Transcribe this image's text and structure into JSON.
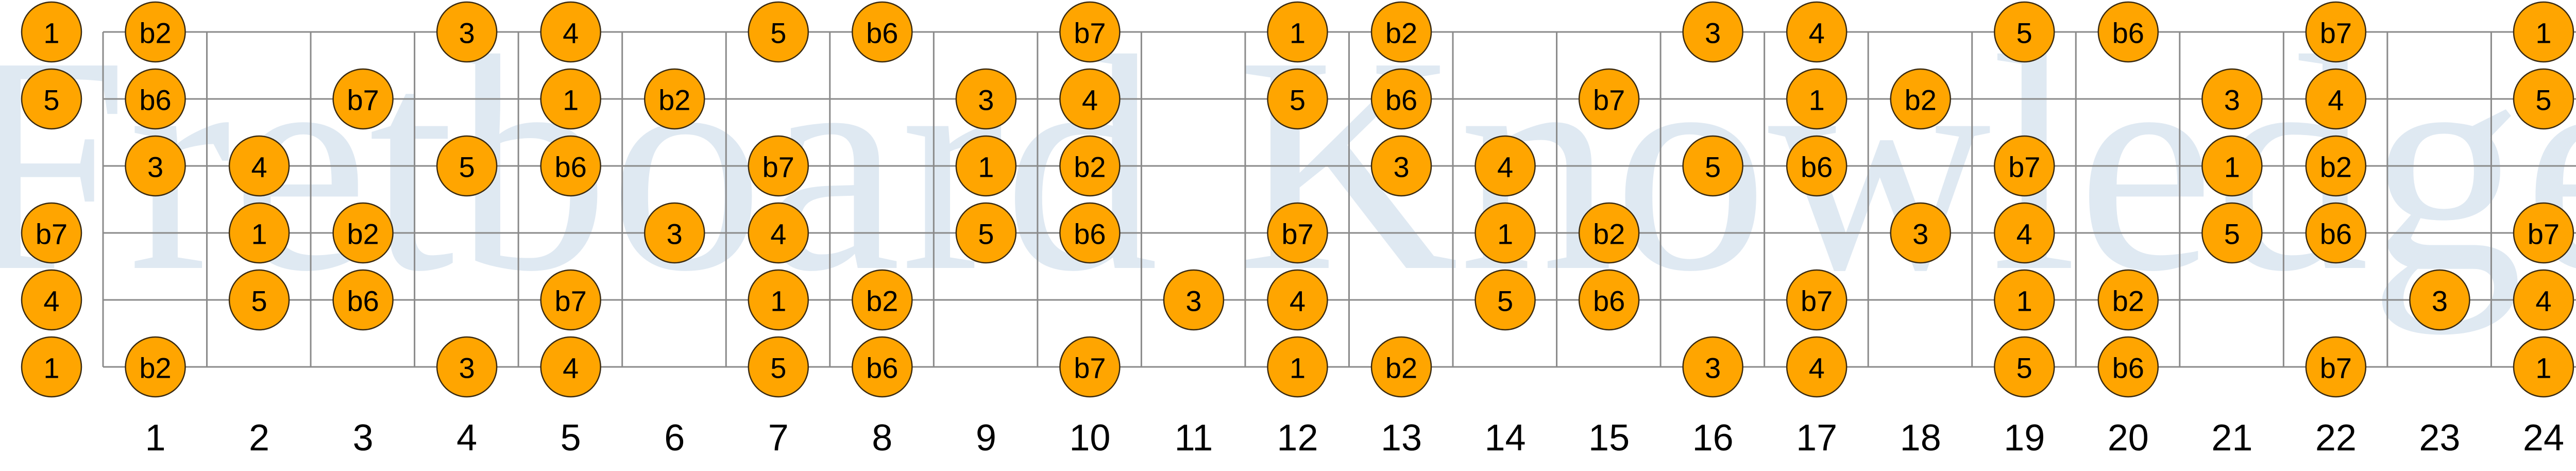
{
  "watermark": "Fretboard Knowledge",
  "colors": {
    "dot": "#ffa500",
    "line": "#8a8a8a",
    "watermark": "#dfe9f2"
  },
  "frets": [
    "1",
    "2",
    "3",
    "4",
    "5",
    "6",
    "7",
    "8",
    "9",
    "10",
    "11",
    "12",
    "13",
    "14",
    "15",
    "16",
    "17",
    "18",
    "19",
    "20",
    "21",
    "22",
    "23",
    "24"
  ],
  "strings": [
    {
      "notes": [
        {
          "f": 0,
          "l": "1"
        },
        {
          "f": 1,
          "l": "b2"
        },
        {
          "f": 4,
          "l": "3"
        },
        {
          "f": 5,
          "l": "4"
        },
        {
          "f": 7,
          "l": "5"
        },
        {
          "f": 8,
          "l": "b6"
        },
        {
          "f": 10,
          "l": "b7"
        },
        {
          "f": 12,
          "l": "1"
        },
        {
          "f": 13,
          "l": "b2"
        },
        {
          "f": 16,
          "l": "3"
        },
        {
          "f": 17,
          "l": "4"
        },
        {
          "f": 19,
          "l": "5"
        },
        {
          "f": 20,
          "l": "b6"
        },
        {
          "f": 22,
          "l": "b7"
        },
        {
          "f": 24,
          "l": "1"
        }
      ]
    },
    {
      "notes": [
        {
          "f": 0,
          "l": "5"
        },
        {
          "f": 1,
          "l": "b6"
        },
        {
          "f": 3,
          "l": "b7"
        },
        {
          "f": 5,
          "l": "1"
        },
        {
          "f": 6,
          "l": "b2"
        },
        {
          "f": 9,
          "l": "3"
        },
        {
          "f": 10,
          "l": "4"
        },
        {
          "f": 12,
          "l": "5"
        },
        {
          "f": 13,
          "l": "b6"
        },
        {
          "f": 15,
          "l": "b7"
        },
        {
          "f": 17,
          "l": "1"
        },
        {
          "f": 18,
          "l": "b2"
        },
        {
          "f": 21,
          "l": "3"
        },
        {
          "f": 22,
          "l": "4"
        },
        {
          "f": 24,
          "l": "5"
        }
      ]
    },
    {
      "notes": [
        {
          "f": 1,
          "l": "3"
        },
        {
          "f": 2,
          "l": "4"
        },
        {
          "f": 4,
          "l": "5"
        },
        {
          "f": 5,
          "l": "b6"
        },
        {
          "f": 7,
          "l": "b7"
        },
        {
          "f": 9,
          "l": "1"
        },
        {
          "f": 10,
          "l": "b2"
        },
        {
          "f": 13,
          "l": "3"
        },
        {
          "f": 14,
          "l": "4"
        },
        {
          "f": 16,
          "l": "5"
        },
        {
          "f": 17,
          "l": "b6"
        },
        {
          "f": 19,
          "l": "b7"
        },
        {
          "f": 21,
          "l": "1"
        },
        {
          "f": 22,
          "l": "b2"
        }
      ]
    },
    {
      "notes": [
        {
          "f": 0,
          "l": "b7"
        },
        {
          "f": 2,
          "l": "1"
        },
        {
          "f": 3,
          "l": "b2"
        },
        {
          "f": 6,
          "l": "3"
        },
        {
          "f": 7,
          "l": "4"
        },
        {
          "f": 9,
          "l": "5"
        },
        {
          "f": 10,
          "l": "b6"
        },
        {
          "f": 12,
          "l": "b7"
        },
        {
          "f": 14,
          "l": "1"
        },
        {
          "f": 15,
          "l": "b2"
        },
        {
          "f": 18,
          "l": "3"
        },
        {
          "f": 19,
          "l": "4"
        },
        {
          "f": 21,
          "l": "5"
        },
        {
          "f": 22,
          "l": "b6"
        },
        {
          "f": 24,
          "l": "b7"
        }
      ]
    },
    {
      "notes": [
        {
          "f": 0,
          "l": "4"
        },
        {
          "f": 2,
          "l": "5"
        },
        {
          "f": 3,
          "l": "b6"
        },
        {
          "f": 5,
          "l": "b7"
        },
        {
          "f": 7,
          "l": "1"
        },
        {
          "f": 8,
          "l": "b2"
        },
        {
          "f": 11,
          "l": "3"
        },
        {
          "f": 12,
          "l": "4"
        },
        {
          "f": 14,
          "l": "5"
        },
        {
          "f": 15,
          "l": "b6"
        },
        {
          "f": 17,
          "l": "b7"
        },
        {
          "f": 19,
          "l": "1"
        },
        {
          "f": 20,
          "l": "b2"
        },
        {
          "f": 23,
          "l": "3"
        },
        {
          "f": 24,
          "l": "4"
        }
      ]
    },
    {
      "notes": [
        {
          "f": 0,
          "l": "1"
        },
        {
          "f": 1,
          "l": "b2"
        },
        {
          "f": 4,
          "l": "3"
        },
        {
          "f": 5,
          "l": "4"
        },
        {
          "f": 7,
          "l": "5"
        },
        {
          "f": 8,
          "l": "b6"
        },
        {
          "f": 10,
          "l": "b7"
        },
        {
          "f": 12,
          "l": "1"
        },
        {
          "f": 13,
          "l": "b2"
        },
        {
          "f": 16,
          "l": "3"
        },
        {
          "f": 17,
          "l": "4"
        },
        {
          "f": 19,
          "l": "5"
        },
        {
          "f": 20,
          "l": "b6"
        },
        {
          "f": 22,
          "l": "b7"
        },
        {
          "f": 24,
          "l": "1"
        }
      ]
    }
  ]
}
